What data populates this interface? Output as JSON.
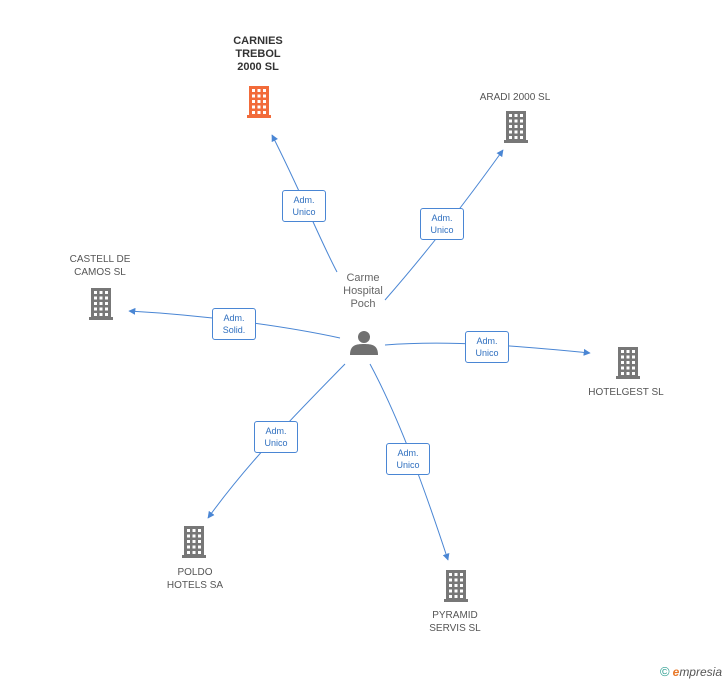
{
  "colors": {
    "edge": "#4a86d4",
    "company": "#777777",
    "company_highlight": "#f26b3a",
    "person": "#707070"
  },
  "center": {
    "name_lines": [
      "Carme",
      "Hospital",
      "Poch"
    ],
    "icon": "person-icon"
  },
  "nodes": [
    {
      "id": "carnies",
      "name_lines": [
        "CARNIES",
        "TREBOL",
        "2000 SL"
      ],
      "icon": "building-icon",
      "highlight": true,
      "relation_lines": [
        "Adm.",
        "Unico"
      ]
    },
    {
      "id": "aradi",
      "name_lines": [
        "ARADI 2000 SL"
      ],
      "icon": "building-icon",
      "highlight": false,
      "relation_lines": [
        "Adm.",
        "Unico"
      ]
    },
    {
      "id": "castell",
      "name_lines": [
        "CASTELL DE",
        "CAMOS SL"
      ],
      "icon": "building-icon",
      "highlight": false,
      "relation_lines": [
        "Adm.",
        "Solid."
      ]
    },
    {
      "id": "hotelgest",
      "name_lines": [
        "HOTELGEST SL"
      ],
      "icon": "building-icon",
      "highlight": false,
      "relation_lines": [
        "Adm.",
        "Unico"
      ]
    },
    {
      "id": "poldo",
      "name_lines": [
        "POLDO",
        "HOTELS SA"
      ],
      "icon": "building-icon",
      "highlight": false,
      "relation_lines": [
        "Adm.",
        "Unico"
      ]
    },
    {
      "id": "pyramid",
      "name_lines": [
        "PYRAMID",
        "SERVIS SL"
      ],
      "icon": "building-icon",
      "highlight": false,
      "relation_lines": [
        "Adm.",
        "Unico"
      ]
    }
  ],
  "footer": {
    "copyright": "©",
    "brand_initial": "e",
    "brand_rest": "mpresia"
  }
}
